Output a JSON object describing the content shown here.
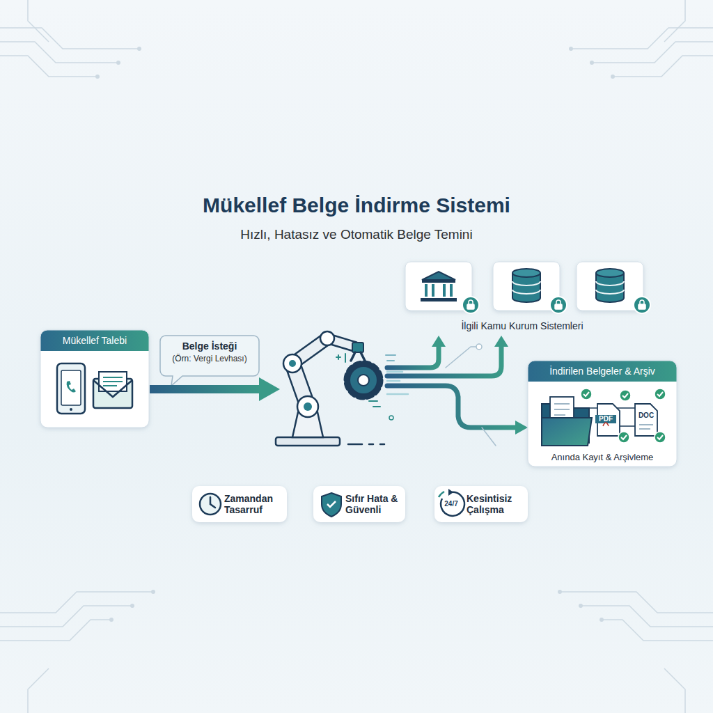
{
  "diagram": {
    "title": "Mükellef Belge İndirme Sistemi",
    "caption": "Hızlı, Hatasız ve Otomatik Belge Temini",
    "nodes": [
      {
        "text": [
          "Mükellef Talebi"
        ]
      },
      {
        "text": [
          "Belge İsteği",
          "(Örn: Vergi Levhası)"
        ]
      },
      {
        "text": [
          "İndirilen Belgeler & Arşiv",
          "Anında Kayıt & Arşivleme"
        ]
      },
      {
        "text": [
          "Zamandan Tasarruf"
        ]
      },
      {
        "text": [
          "Sıfır Hata & Güvenli"
        ]
      },
      {
        "text": [
          "Kesintisiz Çalışma"
        ]
      }
    ],
    "labels": [
      "İlgili Kamu Kurum Sistemleri",
      "PDF",
      "DOC",
      "24/7"
    ]
  }
}
